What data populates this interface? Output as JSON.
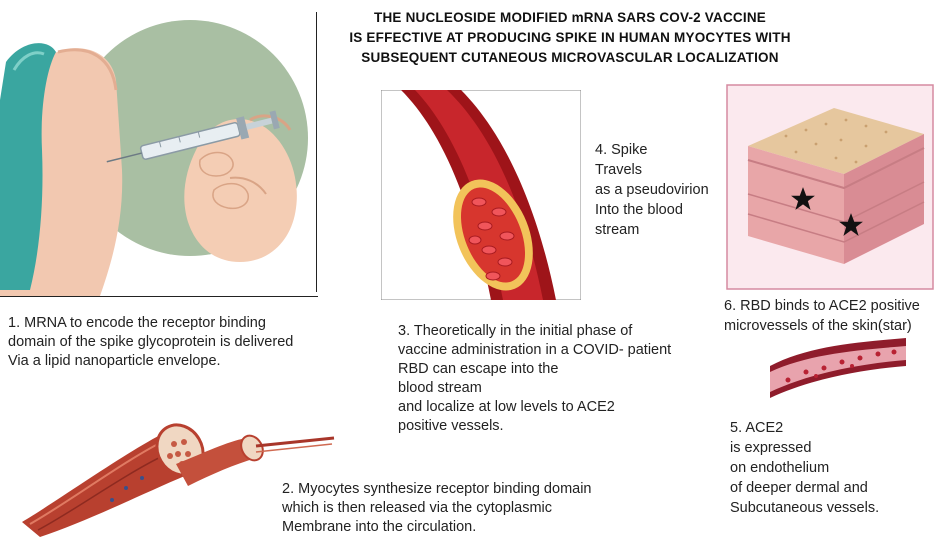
{
  "title": {
    "line1": "THE NUCLEOSIDE MODIFIED mRNA SARS COV-2 VACCINE",
    "line2": "IS EFFECTIVE AT PRODUCING SPIKE IN HUMAN MYOCYTES WITH",
    "line3": "SUBSEQUENT CUTANEOUS MICROVASCULAR LOCALIZATION"
  },
  "step1": {
    "line1": "1.   MRNA to encode the receptor binding",
    "line2": "domain of the spike glycoprotein is delivered",
    "line3": "Via a lipid nanoparticle envelope."
  },
  "step2": {
    "line1": "2. Myocytes synthesize  receptor binding domain",
    "line2": "which is then released via the cytoplasmic",
    "line3": "Membrane into the circulation."
  },
  "step3": {
    "line1": "3. Theoretically in the initial phase of",
    "line2": "vaccine administration in a COVID- patient",
    "line3": "RBD can escape into the",
    "line4": "blood stream",
    "line5": "and localize at low levels to ACE2",
    "line6": "positive  vessels."
  },
  "step4": {
    "line1": "4. Spike",
    "line2": "Travels",
    "line3": "as a pseudovirion",
    "line4": "Into the  blood",
    "line5": " stream"
  },
  "step5": {
    "line1": "5. ACE2",
    "line2": "is expressed",
    "line3": "on endothelium",
    "line4": "of deeper dermal and",
    "line5": "Subcutaneous vessels."
  },
  "step6": {
    "line1": "6. RBD binds to ACE2 positive",
    "line2": "microvessels of the skin(star)"
  },
  "colors": {
    "injection_circle": "#a9bfa3",
    "arm_skin": "#f2c8b0",
    "sleeve": "#3aa6a0",
    "blood_vessel": "#b81c22",
    "muscle": "#c0473a",
    "skin_top": "#e6c79e",
    "skin_layer": "#e8a6a8",
    "skin_border": "#d58aa0"
  },
  "icons": {
    "injection": "syringe-injection-icon",
    "vessel": "blood-vessel-icon",
    "skin": "skin-layers-icon",
    "star": "star-icon",
    "muscle": "muscle-fiber-icon",
    "microvessel": "microvessel-icon"
  }
}
